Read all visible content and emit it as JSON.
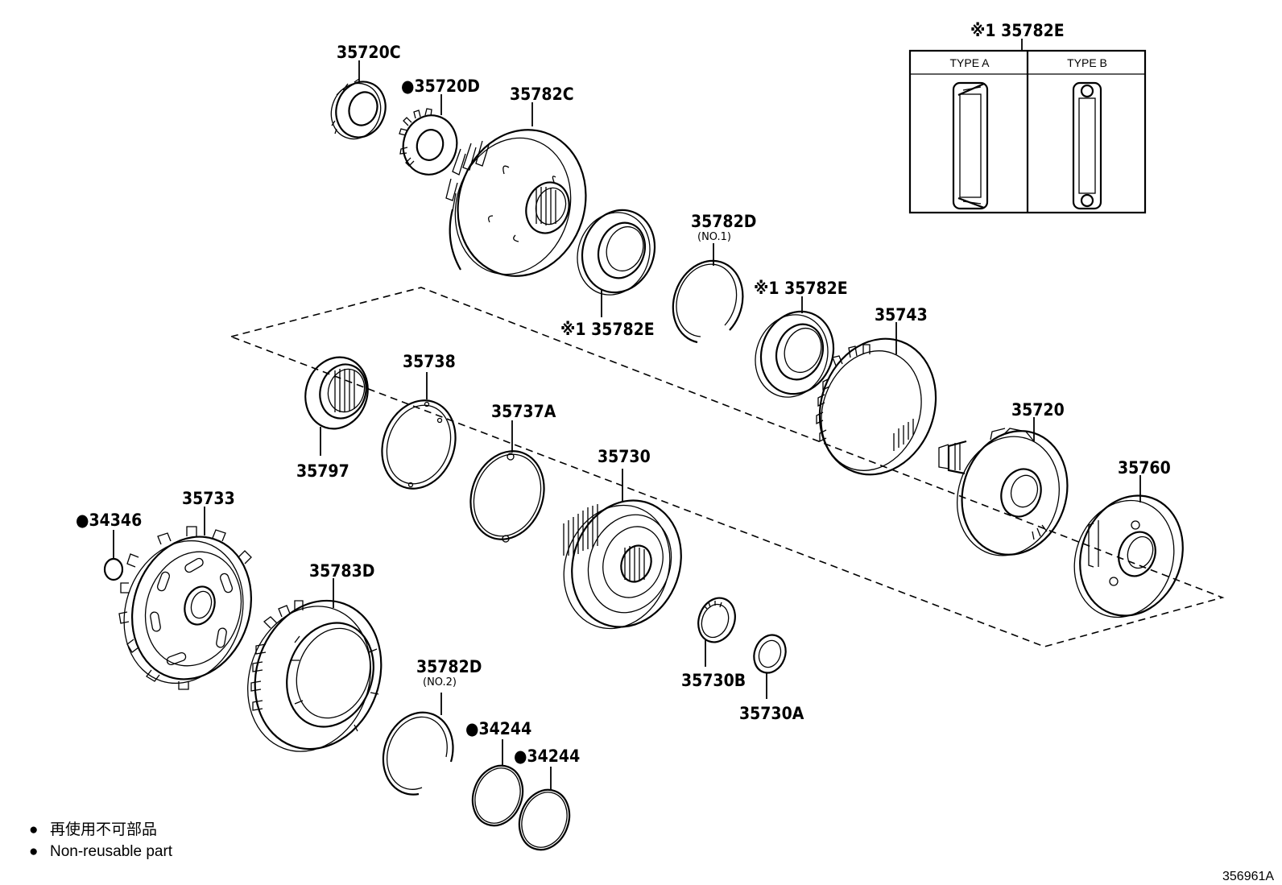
{
  "diagram_id": "356961A",
  "inset": {
    "label": "※1 35782E",
    "type_a": "TYPE A",
    "type_b": "TYPE B"
  },
  "legend": {
    "bullet": "●",
    "jp": "再使用不可部品",
    "en": "Non-reusable part"
  },
  "parts": {
    "p35720C": "35720C",
    "p35720D": "●35720D",
    "p35782C": "35782C",
    "p35782D_1": "35782D",
    "p35782D_1_sub": "(NO.1)",
    "p35782E_left": "※1 35782E",
    "p35782E_right": "※1 35782E",
    "p35743": "35743",
    "p35720": "35720",
    "p35760": "35760",
    "p35738": "35738",
    "p35737A": "35737A",
    "p35797": "35797",
    "p35730": "35730",
    "p35733": "35733",
    "p34346": "●34346",
    "p35783D": "35783D",
    "p35782D_2": "35782D",
    "p35782D_2_sub": "(NO.2)",
    "p34244_a": "●34244",
    "p34244_b": "●34244",
    "p35730B": "35730B",
    "p35730A": "35730A"
  }
}
